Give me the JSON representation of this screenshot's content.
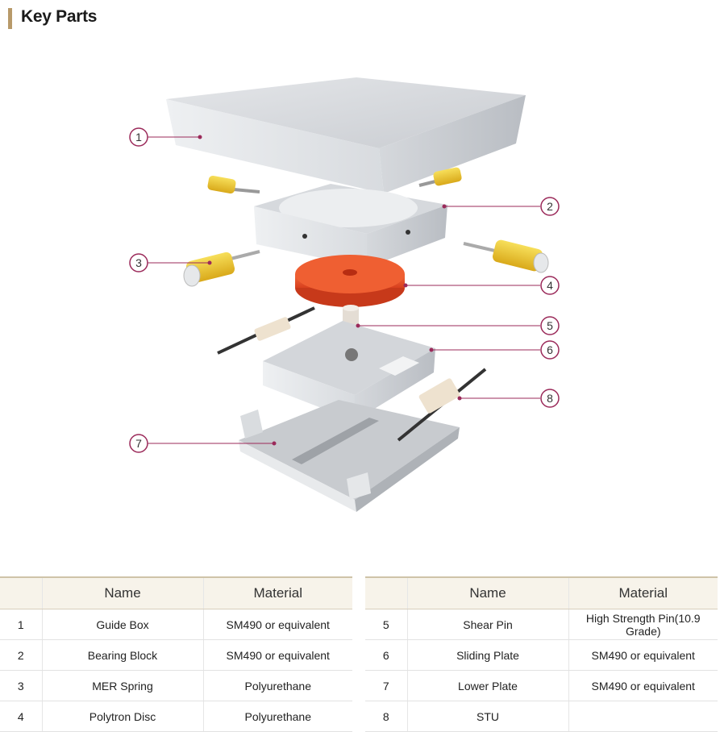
{
  "header": {
    "title": "Key Parts"
  },
  "callouts": [
    "1",
    "2",
    "3",
    "4",
    "5",
    "6",
    "7",
    "8"
  ],
  "colors": {
    "accent": "#b89a6a",
    "callout": "#9b2a5a",
    "spring": "#e8c12a",
    "disc": "#e8502a"
  },
  "table": {
    "headers": {
      "no": "",
      "name": "Name",
      "material": "Material"
    },
    "left": [
      {
        "no": "1",
        "name": "Guide Box",
        "material": "SM490 or equivalent"
      },
      {
        "no": "2",
        "name": "Bearing Block",
        "material": "SM490 or equivalent"
      },
      {
        "no": "3",
        "name": "MER Spring",
        "material": "Polyurethane"
      },
      {
        "no": "4",
        "name": "Polytron Disc",
        "material": "Polyurethane"
      }
    ],
    "right": [
      {
        "no": "5",
        "name": "Shear Pin",
        "material": "High Strength Pin(10.9 Grade)"
      },
      {
        "no": "6",
        "name": "Sliding Plate",
        "material": "SM490 or equivalent"
      },
      {
        "no": "7",
        "name": "Lower Plate",
        "material": "SM490 or equivalent"
      },
      {
        "no": "8",
        "name": "STU",
        "material": ""
      }
    ]
  }
}
